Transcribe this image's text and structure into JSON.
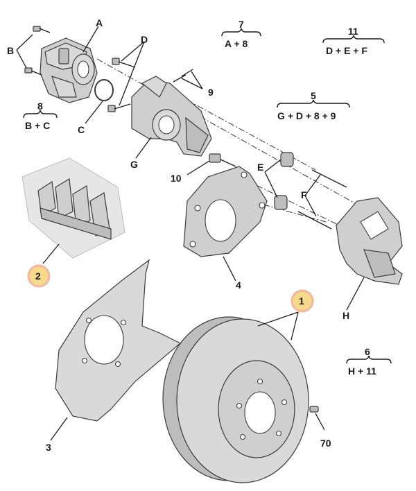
{
  "parts": {
    "A": "A",
    "B": "B",
    "C": "C",
    "D": "D",
    "E": "E",
    "F": "F",
    "G": "G",
    "H": "H",
    "p1": "1",
    "p2": "2",
    "p3": "3",
    "p4": "4",
    "p9": "9",
    "p10": "10",
    "p70": "70"
  },
  "kits": [
    {
      "id": "7",
      "formula": "A + 8"
    },
    {
      "id": "11",
      "formula": "D + E + F"
    },
    {
      "id": "8",
      "formula": "B + C"
    },
    {
      "id": "5",
      "formula": "G + D + 8 + 9"
    },
    {
      "id": "6",
      "formula": "H + 11"
    }
  ],
  "highlight_color": "#f6d98a"
}
